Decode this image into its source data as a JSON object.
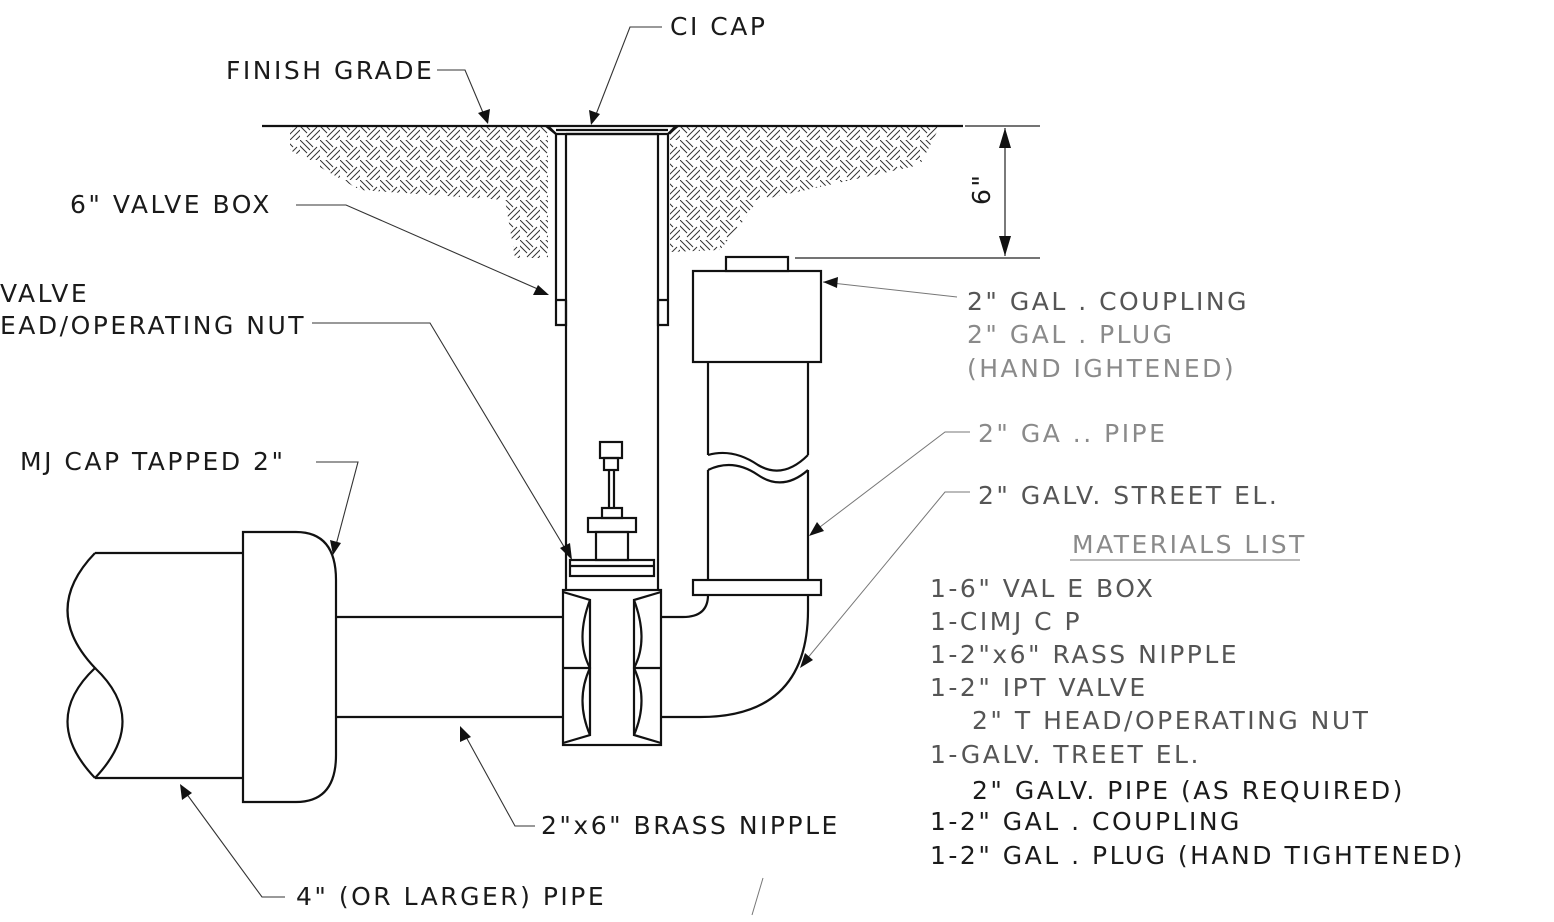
{
  "labels": {
    "ci_cap": "CI CAP",
    "finish_grade": "FINISH GRADE",
    "valve_box": "6\" VALVE BOX",
    "valve_head_line1": "VALVE",
    "valve_head_line2": "EAD/OPERATING NUT",
    "mj_cap": "MJ CAP TAPPED 2\"",
    "depth": "6\"",
    "coupling_line1": "2\" GAL . COUPLING",
    "coupling_line2": "2\" GAL . PLUG",
    "coupling_line3": "(HAND  IGHTENED)",
    "galv_pipe": "2\" GA .. PIPE",
    "street_el": "2\" GALV. STREET EL.",
    "brass_nipple": "2\"x6\" BRASS NIPPLE",
    "main_pipe": "4\" (OR LARGER) PIPE"
  },
  "materials": {
    "title": "MATERIALS LIST",
    "items": [
      "1-6\" VAL E BOX",
      "1-CIMJ C P",
      "1-2\"x6\"  RASS NIPPLE",
      "1-2\" IPT VALVE",
      "2\" T HEAD/OPERATING NUT",
      "1-GALV.  TREET EL.",
      "2\" GALV. PIPE (AS REQUIRED)",
      "1-2\" GAL . COUPLING",
      "1-2\" GAL . PLUG (HAND TIGHTENED)"
    ]
  }
}
